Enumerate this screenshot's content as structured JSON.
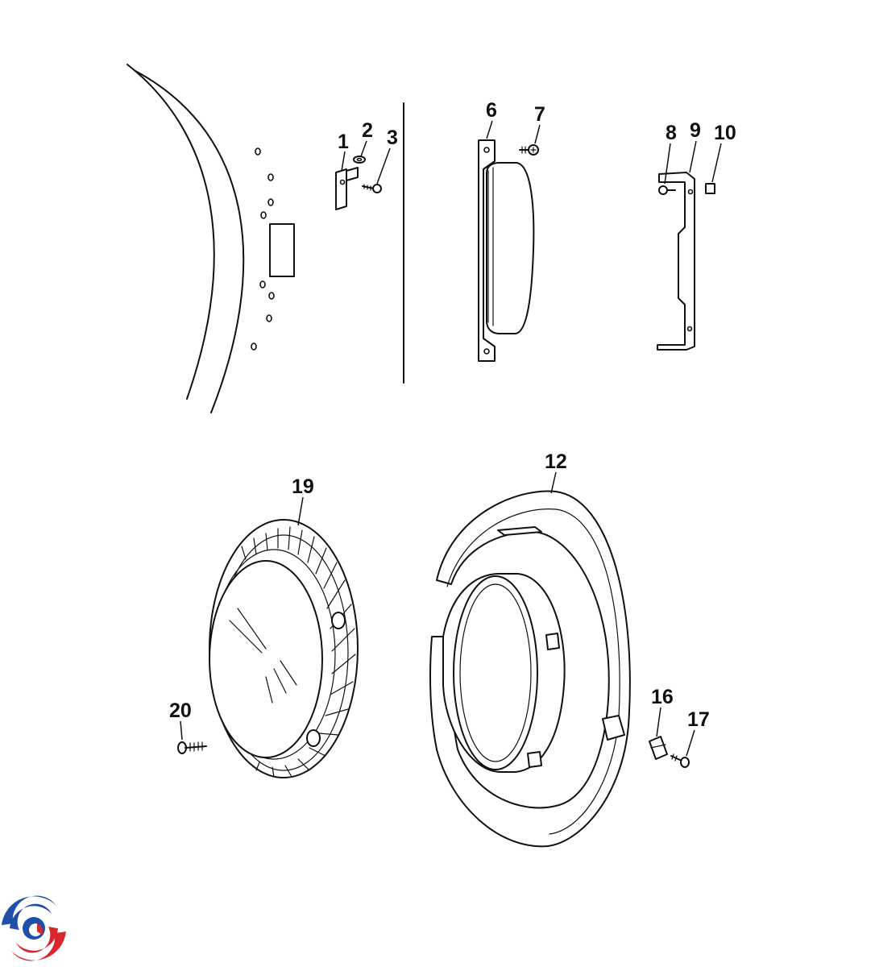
{
  "callouts": [
    {
      "id": "1",
      "label": "1"
    },
    {
      "id": "2",
      "label": "2"
    },
    {
      "id": "3",
      "label": "3"
    },
    {
      "id": "6",
      "label": "6"
    },
    {
      "id": "7",
      "label": "7"
    },
    {
      "id": "8",
      "label": "8"
    },
    {
      "id": "9",
      "label": "9"
    },
    {
      "id": "10",
      "label": "10"
    },
    {
      "id": "12",
      "label": "12"
    },
    {
      "id": "16",
      "label": "16"
    },
    {
      "id": "17",
      "label": "17"
    },
    {
      "id": "19",
      "label": "19"
    },
    {
      "id": "20",
      "label": "20"
    }
  ],
  "colors": {
    "line": "#111111",
    "background": "#ffffff",
    "logo_blue": "#1f4fa8",
    "logo_red": "#d9262c"
  },
  "icons": {
    "brand_logo": "swirl-logo-icon"
  }
}
